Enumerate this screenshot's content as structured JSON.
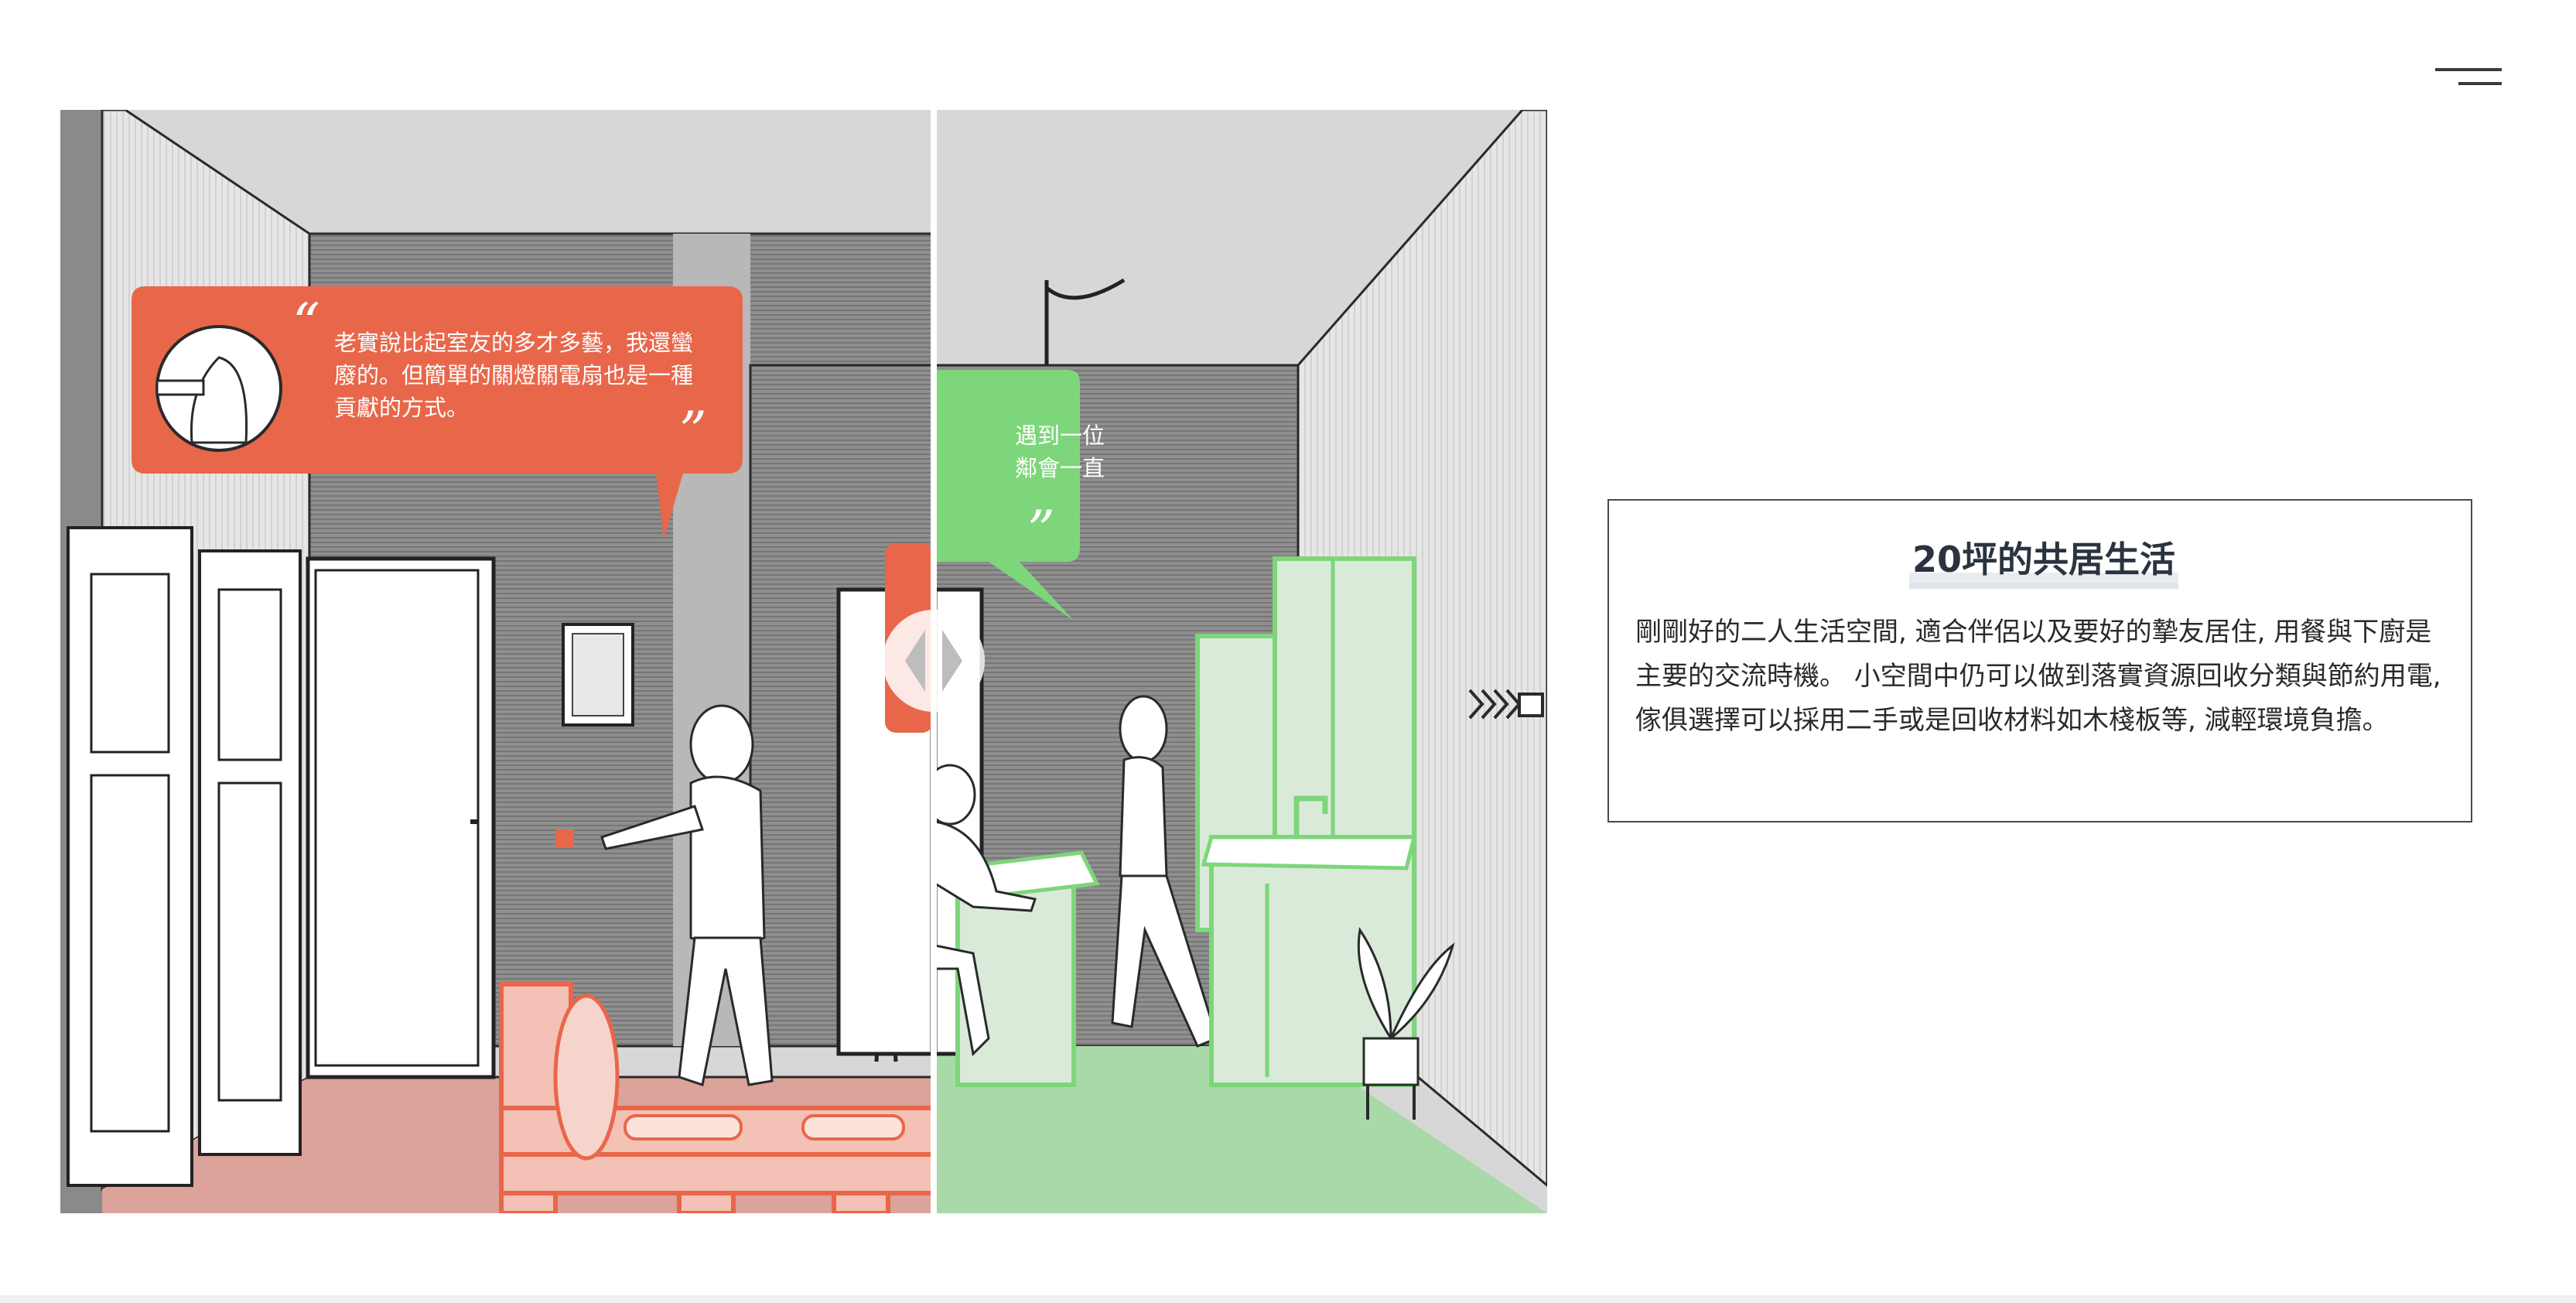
{
  "header": {
    "menu_icon": "hamburger-menu-icon"
  },
  "comparison": {
    "left_quote": "老實說比起室友的多才多藝，我還蠻廢的。但簡單的關燈關電扇也是一種貢獻的方式。",
    "right_quote_partial": "遇到一位\n鄰會一直",
    "handle_icon": "compare-slider-handle-icon",
    "colors": {
      "left_accent": "#e8674a",
      "right_accent": "#7dd67a",
      "left_floor": "#dba39a",
      "right_floor": "#a9d9a8"
    }
  },
  "card": {
    "title": "20坪的共居生活",
    "body": "剛剛好的二人生活空間, 適合伴侶以及要好的摯友居住, 用餐與下廚是主要的交流時機。 小空間中仍可以做到落實資源回收分類與節約用電, 傢俱選擇可以採用二手或是回收材料如木棧板等, 減輕環境負擔。"
  }
}
